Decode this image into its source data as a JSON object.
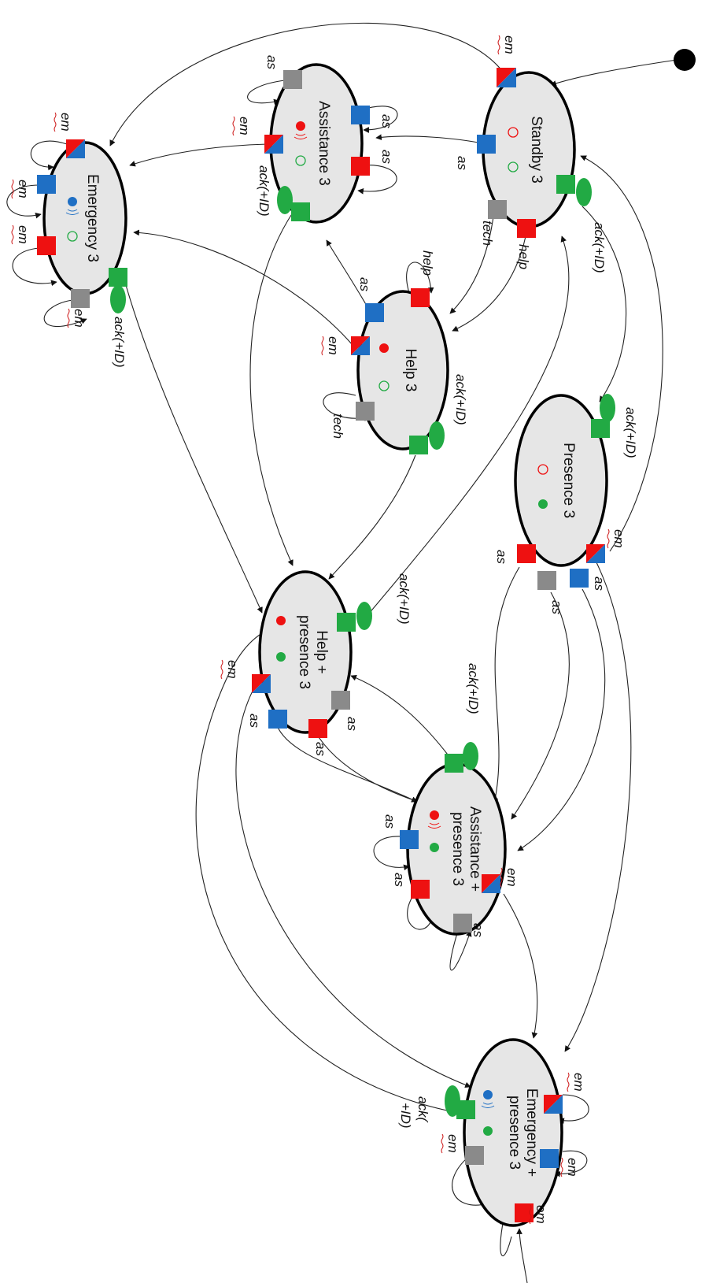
{
  "colors": {
    "emergency_blue": "#1f6fc4",
    "alarm_red": "#ee1111",
    "ack_green": "#22aa44",
    "tech_gray": "#8a8a8a",
    "state_fill": "#e6e6e6"
  },
  "states": {
    "standby": {
      "line1": "Standby 3"
    },
    "assistance": {
      "line1": "Assistance 3"
    },
    "emergency": {
      "line1": "Emergency 3"
    },
    "help": {
      "line1": "Help 3"
    },
    "presence": {
      "line1": "Presence 3"
    },
    "help_presence": {
      "line1": "Help +",
      "line2": "presence 3"
    },
    "assistance_presence": {
      "line1": "Assistance +",
      "line2": "presence 3"
    },
    "emergency_presence": {
      "line1": "Emergency +",
      "line2": "presence 3"
    }
  },
  "labels": {
    "em": "em",
    "as": "as",
    "help": "help",
    "tech": "tech",
    "ack_id": "ack(+ID)",
    "ack_open": "ack(",
    "ack_close": "+ID)"
  }
}
